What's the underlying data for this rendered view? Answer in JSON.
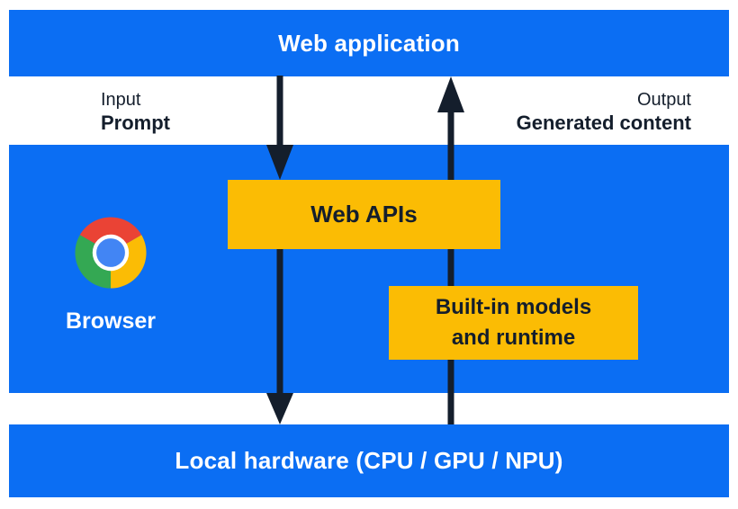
{
  "colors": {
    "layer_blue": "#0b6ef3",
    "box_yellow": "#fbbc04",
    "ink_navy": "#141e2c",
    "chrome_red": "#ea4335",
    "chrome_yellow": "#fbbc05",
    "chrome_green": "#34a853",
    "chrome_blue": "#4285f4"
  },
  "layers": {
    "web_application": {
      "label": "Web application"
    },
    "browser": {
      "label": "Browser",
      "icon": "chrome-icon"
    },
    "local_hardware": {
      "label": "Local hardware (CPU / GPU / NPU)"
    }
  },
  "flow": {
    "input": {
      "caption": "Input",
      "value": "Prompt",
      "direction": "down"
    },
    "output": {
      "caption": "Output",
      "value": "Generated content",
      "direction": "up"
    }
  },
  "boxes": {
    "web_apis": {
      "label": "Web APIs"
    },
    "builtin_models": {
      "line1": "Built-in models",
      "line2": "and runtime"
    }
  }
}
